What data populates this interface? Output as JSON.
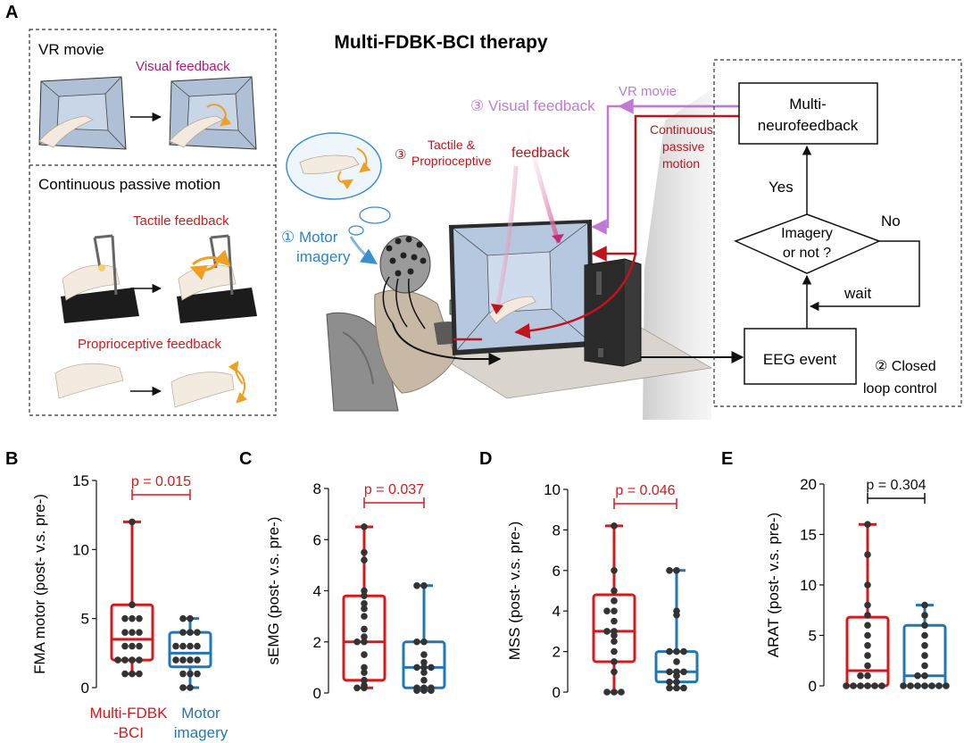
{
  "panel_labels": {
    "a": "A",
    "b": "B",
    "c": "C",
    "d": "D",
    "e": "E"
  },
  "title": "Multi-FDBK-BCI therapy",
  "left_box": {
    "vr_title": "VR movie",
    "visual_feedback": "Visual feedback",
    "cpm_title": "Continuous passive motion",
    "tactile_feedback": "Tactile feedback",
    "proprio_feedback": "Proprioceptive feedback"
  },
  "scene": {
    "visual_feedback": "③ Visual feedback",
    "vr_movie": "VR movie",
    "tactile_line1": "Tactile &",
    "tactile_line2": "Proprioceptive",
    "tactile_num": "③",
    "feedback_word": "feedback",
    "cpm_line1": "Continuous",
    "cpm_line2": "passive",
    "cpm_line3": "motion",
    "motor_line1": "① Motor",
    "motor_line2": "imagery"
  },
  "flow": {
    "multi_line1": "Multi-",
    "multi_line2": "neurofeedback",
    "yes": "Yes",
    "no": "No",
    "diamond_line1": "Imagery",
    "diamond_line2": "or not ?",
    "wait": "wait",
    "eeg_event": "EEG event",
    "closed_line1": "② Closed",
    "closed_line2": "loop control"
  },
  "group_labels": {
    "red_line1": "Multi-FDBK",
    "red_line2": "-BCI",
    "blue_line1": "Motor",
    "blue_line2": "imagery"
  },
  "colors": {
    "red": "#d7191c",
    "blue": "#1f78b4",
    "magenta": "#b5177f",
    "violet": "#c07ad6",
    "dot": "#333333"
  },
  "chart_data": [
    {
      "type": "box",
      "panel": "B",
      "ylabel": "FMA motor (post- v.s. pre-)",
      "ylim": [
        0,
        15
      ],
      "yticks": [
        0,
        5,
        10,
        15
      ],
      "p_label": "p = 0.015",
      "p_color": "#d7191c",
      "series": [
        {
          "name": "Multi-FDBK-BCI",
          "min": 1,
          "q1": 2,
          "median": 3.5,
          "q3": 6,
          "max": 12,
          "points": [
            1,
            1,
            1,
            2,
            2,
            2,
            2,
            3,
            3,
            3,
            4,
            4,
            4,
            5,
            5,
            5,
            6,
            12
          ]
        },
        {
          "name": "Motor imagery",
          "min": 0,
          "q1": 1.5,
          "median": 2.5,
          "q3": 4,
          "max": 5,
          "points": [
            0,
            0,
            1,
            1,
            1,
            2,
            2,
            2,
            2,
            3,
            3,
            3,
            3,
            4,
            4,
            4,
            5,
            5
          ]
        }
      ]
    },
    {
      "type": "box",
      "panel": "C",
      "ylabel": "sEMG (post- v.s. pre-)",
      "ylim": [
        0,
        8
      ],
      "yticks": [
        0,
        2,
        4,
        6,
        8
      ],
      "p_label": "p = 0.037",
      "p_color": "#d7191c",
      "series": [
        {
          "name": "Multi-FDBK-BCI",
          "min": 0.2,
          "q1": 0.5,
          "median": 2,
          "q3": 3.8,
          "max": 6.5,
          "points": [
            0.2,
            0.2,
            0.3,
            0.5,
            0.8,
            1,
            1.5,
            2,
            2,
            2.2,
            2.5,
            3,
            3.3,
            3.5,
            3.8,
            4,
            5.2,
            5.5,
            6.5
          ]
        },
        {
          "name": "Motor imagery",
          "min": 0.1,
          "q1": 0.2,
          "median": 1,
          "q3": 2,
          "max": 4.2,
          "points": [
            0.1,
            0.1,
            0.1,
            0.2,
            0.2,
            0.2,
            0.5,
            0.8,
            1,
            1,
            1,
            1.2,
            1.5,
            2,
            2,
            4.2,
            4.2
          ]
        }
      ]
    },
    {
      "type": "box",
      "panel": "D",
      "ylabel": "MSS (post- v.s. pre-)",
      "ylim": [
        0,
        10
      ],
      "yticks": [
        0,
        2,
        4,
        6,
        8,
        10
      ],
      "p_label": "p = 0.046",
      "p_color": "#d7191c",
      "series": [
        {
          "name": "Multi-FDBK-BCI",
          "min": 0,
          "q1": 1.5,
          "median": 3,
          "q3": 4.8,
          "max": 8.2,
          "points": [
            0,
            0,
            0,
            1,
            1.5,
            2,
            2.5,
            2.8,
            3,
            3,
            3.5,
            4,
            4,
            4.5,
            5,
            6,
            8.2
          ]
        },
        {
          "name": "Motor imagery",
          "min": 0.2,
          "q1": 0.5,
          "median": 1,
          "q3": 2,
          "max": 6,
          "points": [
            0.2,
            0.2,
            0.2,
            0.5,
            0.5,
            0.8,
            1,
            1,
            1,
            1.5,
            2,
            2,
            2,
            3.8,
            4,
            6,
            6
          ]
        }
      ]
    },
    {
      "type": "box",
      "panel": "E",
      "ylabel": "ARAT (post- v.s. pre-)",
      "ylim": [
        0,
        20
      ],
      "yticks": [
        0,
        5,
        10,
        15,
        20
      ],
      "p_label": "p = 0.304",
      "p_color": "#111111",
      "series": [
        {
          "name": "Multi-FDBK-BCI",
          "min": 0,
          "q1": 0,
          "median": 1.5,
          "q3": 6.8,
          "max": 16,
          "points": [
            0,
            0,
            0,
            0,
            0,
            0,
            1,
            1,
            2,
            3,
            4,
            5,
            6,
            7,
            8,
            10,
            13,
            16
          ]
        },
        {
          "name": "Motor imagery",
          "min": 0,
          "q1": 0,
          "median": 1,
          "q3": 6,
          "max": 8,
          "points": [
            0,
            0,
            0,
            0,
            0,
            0,
            0,
            1,
            1,
            2,
            3,
            4,
            5,
            6,
            7,
            8
          ]
        }
      ]
    }
  ]
}
